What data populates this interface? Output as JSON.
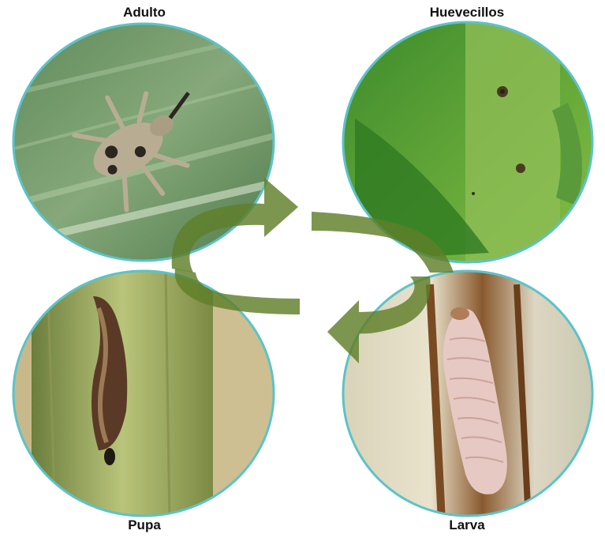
{
  "stages": {
    "adult": {
      "label": "Adulto"
    },
    "eggs": {
      "label": "Huevecillos"
    },
    "larva": {
      "label": "Larva"
    },
    "pupa": {
      "label": "Pupa"
    }
  },
  "colors": {
    "circle_border": "#5bc3c9",
    "arrow": "#5f7f2a",
    "label_text": "#111111"
  }
}
